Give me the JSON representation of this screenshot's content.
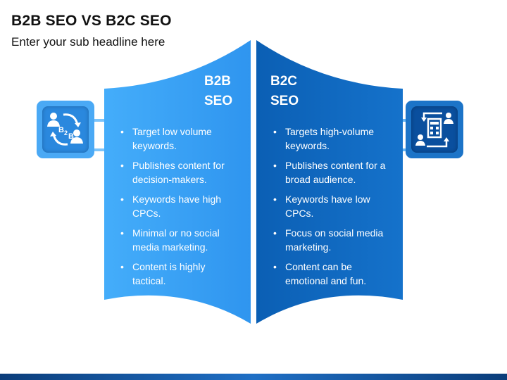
{
  "header": {
    "title": "B2B SEO VS B2C SEO",
    "subtitle": "Enter your sub headline here"
  },
  "b2b": {
    "heading_line1": "B2B",
    "heading_line2": "SEO",
    "panel_color": "#3aa3f6",
    "icon": "b2b-people-exchange-icon",
    "bullets": [
      "Target low volume keywords.",
      "Publishes content for decision-makers.",
      "Keywords have high CPCs.",
      "Minimal or no social media marketing.",
      "Content is highly tactical."
    ]
  },
  "b2c": {
    "heading_line1": "B2C",
    "heading_line2": "SEO",
    "panel_color": "#0f6cc4",
    "icon": "b2c-shop-customers-icon",
    "bullets": [
      "Targets high-volume keywords.",
      "Publishes content for a broad audience.",
      "Keywords have low CPCs.",
      "Focus on social media marketing.",
      "Content can be emotional and fun."
    ]
  }
}
